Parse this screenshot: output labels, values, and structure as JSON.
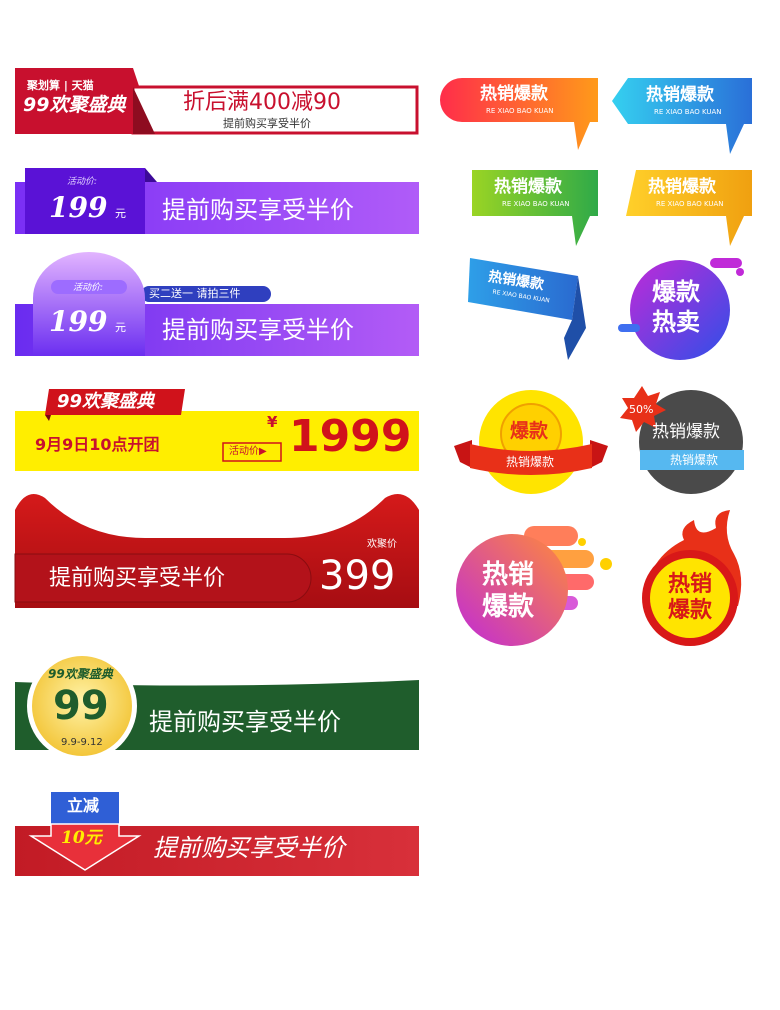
{
  "colors": {
    "red": "#c8102e",
    "purple": "#8a3ffc",
    "yellow": "#ffee00",
    "green": "#1f5d2c",
    "dark_red": "#b5121b"
  },
  "banner1": {
    "brand_top": "聚划算 | 天猫",
    "brand_main": "99欢聚盛典",
    "headline": "折后满400减90",
    "sub": "提前购买享受半价"
  },
  "banner2": {
    "tag_label": "活动价:",
    "price": "199",
    "unit": "元",
    "headline": "提前购买享受半价"
  },
  "banner3": {
    "tag_label": "活动价:",
    "price": "199",
    "unit": "元",
    "promo": "买二送一 请拍三件",
    "headline": "提前购买享受半价"
  },
  "banner4": {
    "brand": "99欢聚盛典",
    "date": "9月9日10点开团",
    "tag": "活动价▶",
    "currency": "¥",
    "price": "1999"
  },
  "banner5": {
    "headline": "提前购买享受半价",
    "label": "欢聚价",
    "price": "399"
  },
  "banner6": {
    "brand": "99欢聚盛典",
    "big": "99",
    "dates": "9.9-9.12",
    "headline": "提前购买享受半价"
  },
  "banner7": {
    "tag": "立减",
    "amount": "10元",
    "headline": "提前购买享受半价"
  },
  "badges": {
    "hot": "热销爆款",
    "pinyin": "RE XIAO BAO KUAN",
    "baokuan": "爆款",
    "hot_bubble_1": "爆款",
    "hot_bubble_2": "热卖",
    "percent": "50%",
    "hot_stack_1": "热销",
    "hot_stack_2": "爆款"
  }
}
